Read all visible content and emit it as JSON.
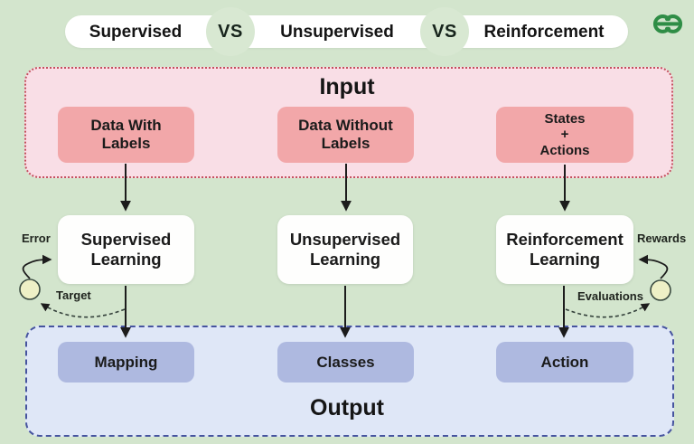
{
  "header": {
    "pills": [
      {
        "label": "Supervised"
      },
      {
        "label": "Unsupervised"
      },
      {
        "label": "Reinforcement"
      }
    ],
    "vs_label": "VS",
    "logo": {
      "name": "geeksforgeeks-logo",
      "color": "#2f8d46"
    }
  },
  "input_section": {
    "title": "Input",
    "fill": "#f9dee6",
    "border_color": "#c4505e",
    "box_fill": "#f2a7a9"
  },
  "output_section": {
    "title": "Output",
    "fill": "#dfe7f7",
    "border_color": "#46549f",
    "box_fill": "#aeb9e0"
  },
  "columns": [
    {
      "input_lines": [
        "Data With",
        "Labels"
      ],
      "model_lines": [
        "Supervised",
        "Learning"
      ],
      "output_label": "Mapping"
    },
    {
      "input_lines": [
        "Data Without",
        "Labels"
      ],
      "model_lines": [
        "Unsupervised",
        "Learning"
      ],
      "output_label": "Classes"
    },
    {
      "input_lines": [
        "States",
        "+",
        "Actions"
      ],
      "model_lines": [
        "Reinforcement",
        "Learning"
      ],
      "output_label": "Action"
    }
  ],
  "annotations": {
    "error": "Error",
    "target": "Target",
    "rewards": "Rewards",
    "evaluations": "Evaluations"
  },
  "colors": {
    "background": "#d3e5cd",
    "arrow": "#1c1c1c",
    "circle_fill": "#eef0c6",
    "circle_stroke": "#3a4a40",
    "text": "#191919"
  }
}
